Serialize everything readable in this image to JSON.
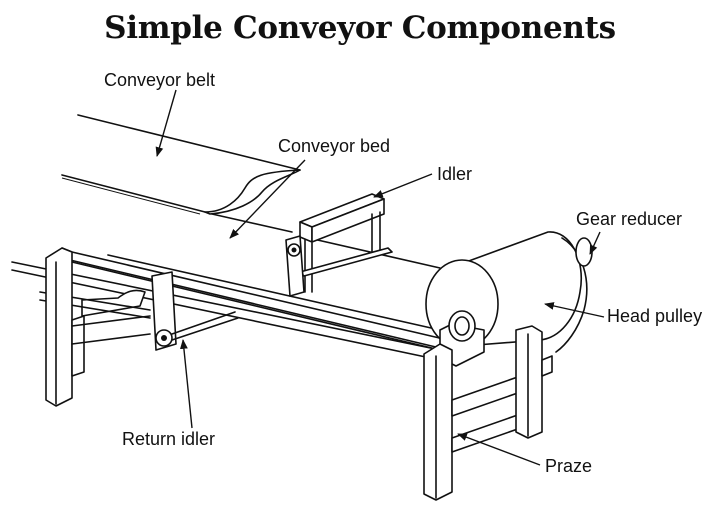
{
  "title": "Simple Conveyor Components",
  "labels": {
    "conveyor_belt": "Conveyor belt",
    "conveyor_bed": "Conveyor bed",
    "idler": "Idler",
    "gear_reducer": "Gear reducer",
    "head_pulley": "Head pulley",
    "return_idler": "Return idler",
    "praze": "Praze"
  }
}
